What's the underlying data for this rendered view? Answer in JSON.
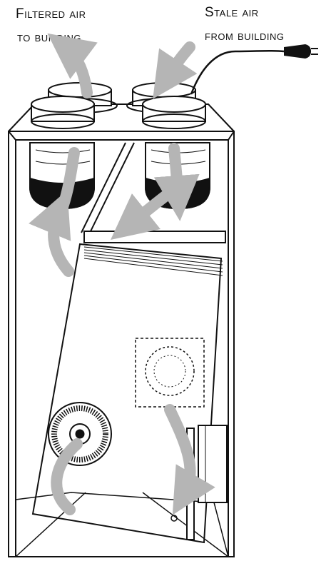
{
  "labels": {
    "filtered_air": [
      "Filtered air",
      "to building"
    ],
    "stale_air": [
      "Stale air",
      "from building"
    ]
  },
  "colors": {
    "ink": "#111111",
    "airflow_arrow": "#b5b5b5",
    "background": "#ffffff"
  }
}
